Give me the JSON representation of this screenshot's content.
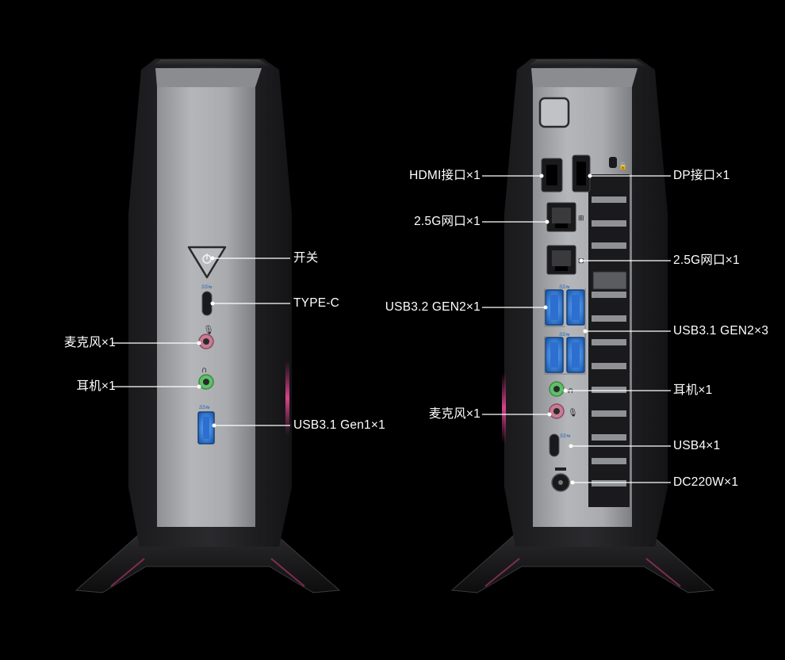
{
  "front_labels": {
    "power": "开关",
    "type_c": "TYPE-C",
    "mic": "麦克风×1",
    "headphone": "耳机×1",
    "usb_a": "USB3.1 Gen1×1"
  },
  "rear_labels": {
    "hdmi": "HDMI接口×1",
    "dp": "DP接口×1",
    "lan1": "2.5G网口×1",
    "lan2": "2.5G网口×1",
    "usb32": "USB3.2 GEN2×1",
    "usb31": "USB3.1 GEN2×3",
    "headphone": "耳机×1",
    "mic": "麦克风×1",
    "usb4": "USB4×1",
    "dc": "DC220W×1"
  },
  "colors": {
    "background": "#000000",
    "usb_blue": "#2f7bd6",
    "audio_green": "#5fbf6a",
    "audio_pink": "#c97b93",
    "panel_silver": "#a6a8ab",
    "accent_magenta": "#d0347f"
  }
}
